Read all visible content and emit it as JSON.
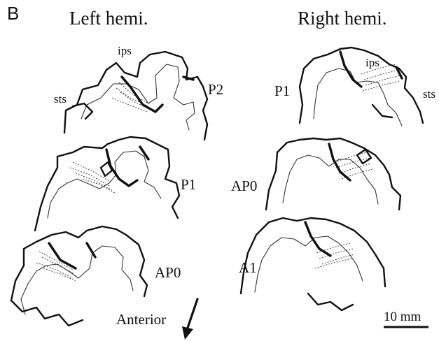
{
  "figure": {
    "panel_letter": "B",
    "left_title": "Left hemi.",
    "right_title": "Right hemi.",
    "left_labels": {
      "ips": "ips",
      "sts": "sts",
      "p2": "P2",
      "p1": "P1",
      "ap0": "AP0"
    },
    "right_labels": {
      "ips": "ips",
      "sts": "sts",
      "p1": "P1",
      "ap0": "AP0",
      "a1": "A1"
    },
    "anterior_label": "Anterior",
    "scale_bar_label": "10 mm"
  },
  "colors": {
    "ink": "#111111",
    "background": "#ffffff"
  }
}
